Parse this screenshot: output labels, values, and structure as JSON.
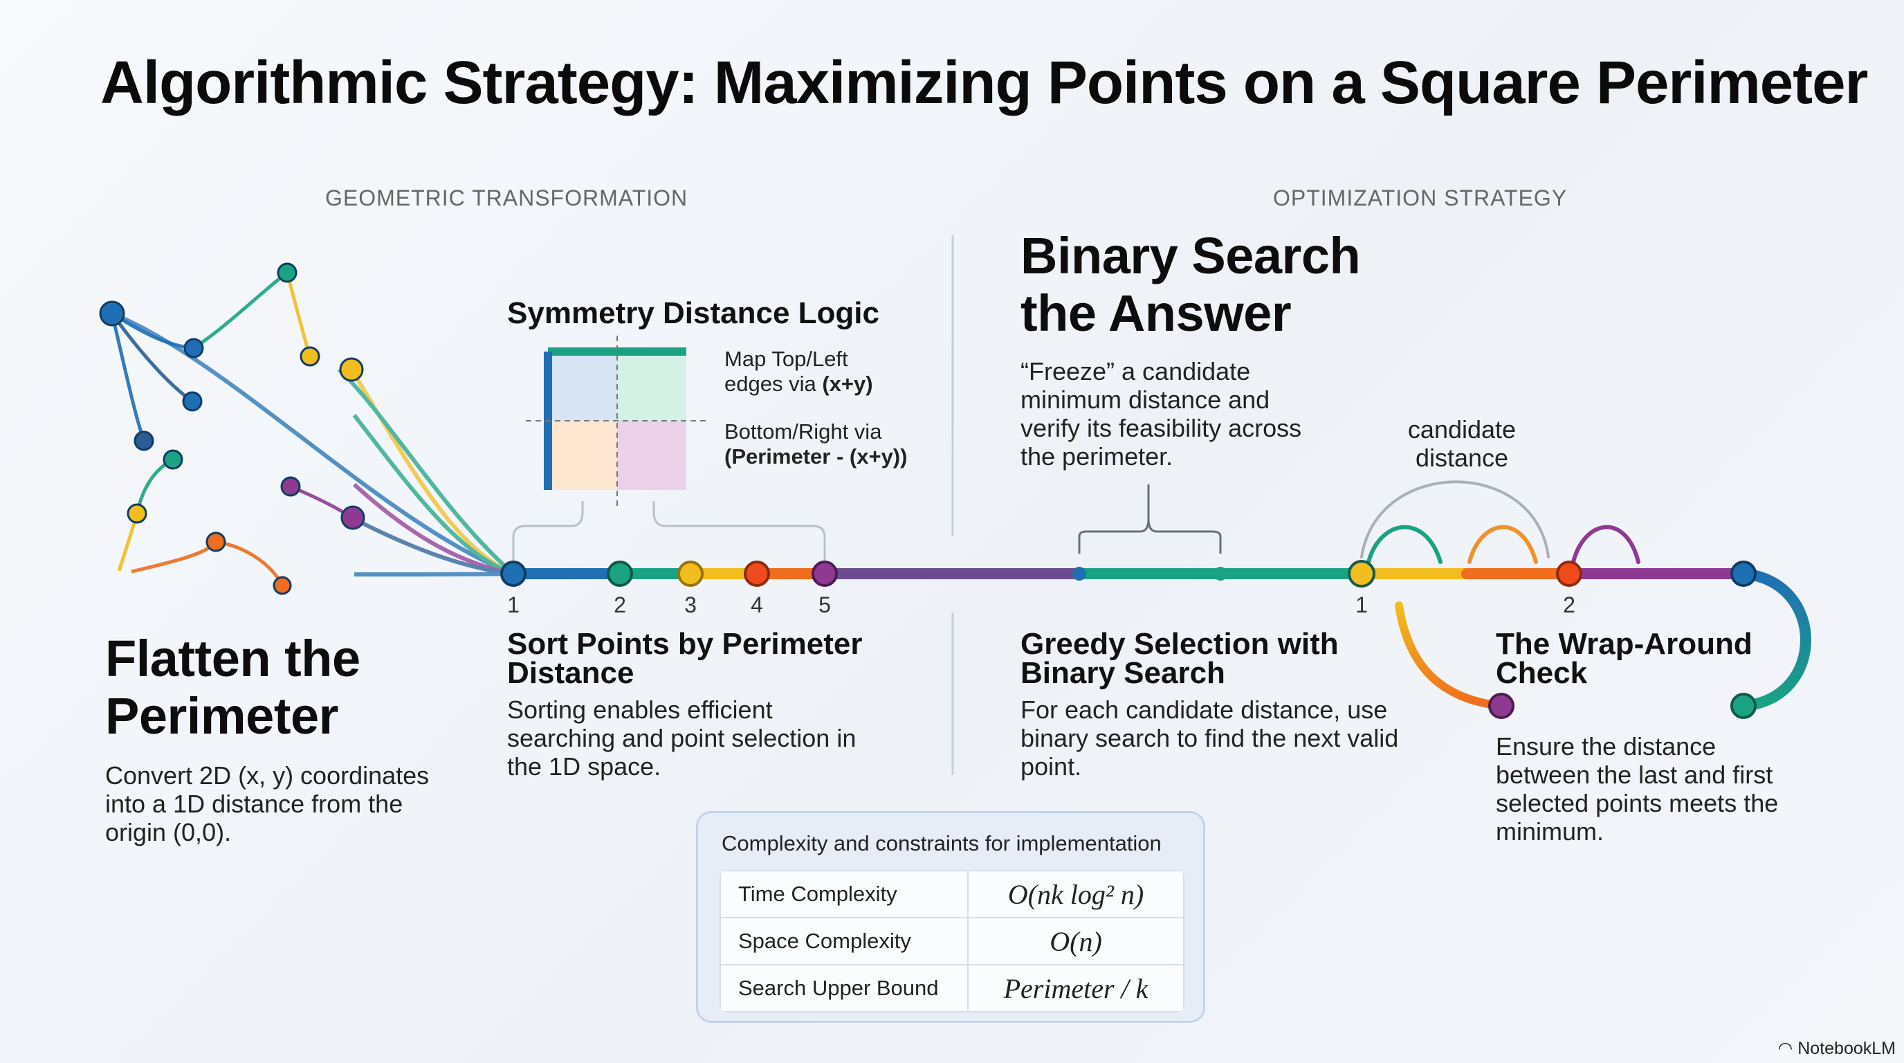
{
  "title": "Algorithmic Strategy: Maximizing Points on a Square Perimeter",
  "sections": {
    "left_label": "GEOMETRIC TRANSFORMATION",
    "right_label": "OPTIMIZATION STRATEGY"
  },
  "flatten": {
    "heading": "Flatten the Perimeter",
    "description": "Convert 2D (x, y) coordinates into a 1D distance from the origin (0,0)."
  },
  "symmetry": {
    "title": "Symmetry Distance Logic",
    "top_left_text": "Map Top/Left edges via",
    "top_left_formula": "(x+y)",
    "bottom_right_text": "Bottom/Right via",
    "bottom_right_formula": "(Perimeter - (x+y))"
  },
  "sort": {
    "heading": "Sort Points by Perimeter Distance",
    "description": "Sorting enables efficient searching and point selection in the 1D space.",
    "point_numbers": [
      "1",
      "2",
      "3",
      "4",
      "5"
    ]
  },
  "binary": {
    "heading": "Binary Search the Answer",
    "description": "“Freeze” a candidate minimum distance and verify its feasibility across the perimeter."
  },
  "greedy": {
    "heading": "Greedy Selection with Binary Search",
    "description": "For each candidate distance, use binary search to find the next valid point."
  },
  "wrap": {
    "candidate_label": "candidate distance",
    "point_numbers": [
      "1",
      "2"
    ],
    "heading": "The Wrap-Around Check",
    "description": "Ensure the distance between the last and first selected points meets the minimum."
  },
  "complexity": {
    "title": "Complexity and constraints for implementation",
    "rows": [
      {
        "label": "Time Complexity",
        "value": "O(nk log² n)"
      },
      {
        "label": "Space Complexity",
        "value": "O(n)"
      },
      {
        "label": "Search Upper Bound",
        "value": "Perimeter / k"
      }
    ]
  },
  "brand": "NotebookLM",
  "colors": {
    "blue": "#1f6fb5",
    "teal": "#1aa383",
    "yellow": "#f2bd1e",
    "orange": "#ef6d1d",
    "purple": "#8e3a93",
    "dark_blue": "#2b5d95"
  }
}
